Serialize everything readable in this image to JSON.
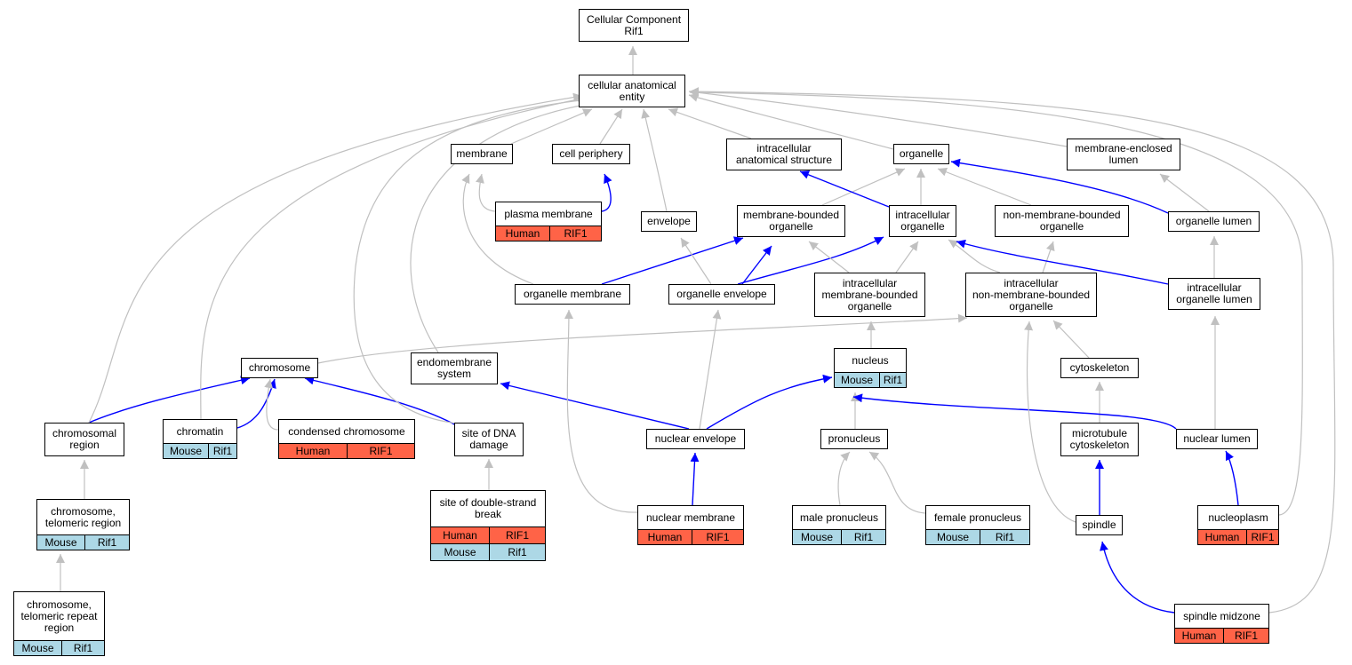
{
  "colors": {
    "is_a": "#c0c0c0",
    "part_of": "#0000ff",
    "human": "#ff6347",
    "mouse": "#add8e6"
  },
  "nodes": {
    "cc": {
      "label": "Cellular Component\nRif1",
      "rows": []
    },
    "cae": {
      "label": "cellular anatomical\nentity",
      "rows": []
    },
    "membrane": {
      "label": "membrane",
      "rows": []
    },
    "periphery": {
      "label": "cell periphery",
      "rows": []
    },
    "intra_struct": {
      "label": "intracellular\nanatomical structure",
      "rows": []
    },
    "organelle": {
      "label": "organelle",
      "rows": []
    },
    "mem_lumen": {
      "label": "membrane-enclosed\nlumen",
      "rows": []
    },
    "plasma": {
      "label": "plasma membrane",
      "rows": [
        {
          "species": "Human",
          "gene": "RIF1",
          "kind": "human"
        }
      ]
    },
    "envelope": {
      "label": "envelope",
      "rows": []
    },
    "mb_org": {
      "label": "membrane-bounded\norganelle",
      "rows": []
    },
    "intra_org": {
      "label": "intracellular\norganelle",
      "rows": []
    },
    "nmb_org": {
      "label": "non-membrane-bounded\norganelle",
      "rows": []
    },
    "org_lumen": {
      "label": "organelle lumen",
      "rows": []
    },
    "org_membrane": {
      "label": "organelle membrane",
      "rows": []
    },
    "org_envelope": {
      "label": "organelle envelope",
      "rows": []
    },
    "imb_org": {
      "label": "intracellular\nmembrane-bounded\norganelle",
      "rows": []
    },
    "inmb_org": {
      "label": "intracellular\nnon-membrane-bounded\norganelle",
      "rows": []
    },
    "iol": {
      "label": "intracellular\norganelle lumen",
      "rows": []
    },
    "chromosome": {
      "label": "chromosome",
      "rows": []
    },
    "endomembrane": {
      "label": "endomembrane\nsystem",
      "rows": []
    },
    "nucleus": {
      "label": "nucleus",
      "rows": [
        {
          "species": "Mouse",
          "gene": "Rif1",
          "kind": "mouse"
        }
      ]
    },
    "cytoskeleton": {
      "label": "cytoskeleton",
      "rows": []
    },
    "chrom_region": {
      "label": "chromosomal\nregion",
      "rows": []
    },
    "chromatin": {
      "label": "chromatin",
      "rows": [
        {
          "species": "Mouse",
          "gene": "Rif1",
          "kind": "mouse"
        }
      ]
    },
    "condensed": {
      "label": "condensed chromosome",
      "rows": [
        {
          "species": "Human",
          "gene": "RIF1",
          "kind": "human"
        }
      ]
    },
    "dna_damage": {
      "label": "site of DNA\ndamage",
      "rows": []
    },
    "nuc_envelope": {
      "label": "nuclear envelope",
      "rows": []
    },
    "pronucleus": {
      "label": "pronucleus",
      "rows": []
    },
    "mt_cyto": {
      "label": "microtubule\ncytoskeleton",
      "rows": []
    },
    "nuc_lumen": {
      "label": "nuclear lumen",
      "rows": []
    },
    "telomeric": {
      "label": "chromosome,\ntelomeric region",
      "rows": [
        {
          "species": "Mouse",
          "gene": "Rif1",
          "kind": "mouse"
        }
      ]
    },
    "dsb": {
      "label": "site of double-strand\nbreak",
      "rows": [
        {
          "species": "Human",
          "gene": "RIF1",
          "kind": "human"
        },
        {
          "species": "Mouse",
          "gene": "Rif1",
          "kind": "mouse"
        }
      ]
    },
    "nuc_membrane": {
      "label": "nuclear membrane",
      "rows": [
        {
          "species": "Human",
          "gene": "RIF1",
          "kind": "human"
        }
      ]
    },
    "male": {
      "label": "male pronucleus",
      "rows": [
        {
          "species": "Mouse",
          "gene": "Rif1",
          "kind": "mouse"
        }
      ]
    },
    "female": {
      "label": "female pronucleus",
      "rows": [
        {
          "species": "Mouse",
          "gene": "Rif1",
          "kind": "mouse"
        }
      ]
    },
    "spindle": {
      "label": "spindle",
      "rows": []
    },
    "nucleoplasm": {
      "label": "nucleoplasm",
      "rows": [
        {
          "species": "Human",
          "gene": "RIF1",
          "kind": "human"
        }
      ]
    },
    "telo_repeat": {
      "label": "chromosome,\ntelomeric repeat\nregion",
      "rows": [
        {
          "species": "Mouse",
          "gene": "Rif1",
          "kind": "mouse"
        }
      ]
    },
    "midzone": {
      "label": "spindle midzone",
      "rows": [
        {
          "species": "Human",
          "gene": "RIF1",
          "kind": "human"
        }
      ]
    }
  },
  "edges": [
    {
      "from": "cae",
      "to": "cc",
      "rel": "is_a"
    },
    {
      "from": "membrane",
      "to": "cae",
      "rel": "is_a"
    },
    {
      "from": "periphery",
      "to": "cae",
      "rel": "is_a"
    },
    {
      "from": "intra_struct",
      "to": "cae",
      "rel": "is_a"
    },
    {
      "from": "organelle",
      "to": "cae",
      "rel": "is_a"
    },
    {
      "from": "mem_lumen",
      "to": "cae",
      "rel": "is_a"
    },
    {
      "from": "envelope",
      "to": "cae",
      "rel": "is_a"
    },
    {
      "from": "plasma",
      "to": "membrane",
      "rel": "is_a"
    },
    {
      "from": "plasma",
      "to": "periphery",
      "rel": "part_of"
    },
    {
      "from": "mb_org",
      "to": "organelle",
      "rel": "is_a"
    },
    {
      "from": "intra_org",
      "to": "organelle",
      "rel": "is_a"
    },
    {
      "from": "intra_org",
      "to": "intra_struct",
      "rel": "part_of"
    },
    {
      "from": "nmb_org",
      "to": "organelle",
      "rel": "is_a"
    },
    {
      "from": "org_lumen",
      "to": "organelle",
      "rel": "part_of"
    },
    {
      "from": "org_lumen",
      "to": "mem_lumen",
      "rel": "is_a"
    },
    {
      "from": "org_membrane",
      "to": "membrane",
      "rel": "is_a"
    },
    {
      "from": "org_membrane",
      "to": "mb_org",
      "rel": "part_of"
    },
    {
      "from": "org_envelope",
      "to": "envelope",
      "rel": "is_a"
    },
    {
      "from": "org_envelope",
      "to": "mb_org",
      "rel": "part_of"
    },
    {
      "from": "org_envelope",
      "to": "intra_org",
      "rel": "part_of"
    },
    {
      "from": "imb_org",
      "to": "mb_org",
      "rel": "is_a"
    },
    {
      "from": "imb_org",
      "to": "intra_org",
      "rel": "is_a"
    },
    {
      "from": "inmb_org",
      "to": "nmb_org",
      "rel": "is_a"
    },
    {
      "from": "inmb_org",
      "to": "intra_org",
      "rel": "is_a"
    },
    {
      "from": "iol",
      "to": "intra_org",
      "rel": "part_of"
    },
    {
      "from": "iol",
      "to": "org_lumen",
      "rel": "is_a"
    },
    {
      "from": "chromosome",
      "to": "inmb_org",
      "rel": "is_a"
    },
    {
      "from": "endomembrane",
      "to": "cae",
      "rel": "is_a"
    },
    {
      "from": "nucleus",
      "to": "imb_org",
      "rel": "is_a"
    },
    {
      "from": "cytoskeleton",
      "to": "inmb_org",
      "rel": "is_a"
    },
    {
      "from": "chrom_region",
      "to": "chromosome",
      "rel": "part_of"
    },
    {
      "from": "chrom_region",
      "to": "cae",
      "rel": "is_a"
    },
    {
      "from": "chromatin",
      "to": "chromosome",
      "rel": "part_of"
    },
    {
      "from": "chromatin",
      "to": "cae",
      "rel": "is_a"
    },
    {
      "from": "condensed",
      "to": "chromosome",
      "rel": "is_a"
    },
    {
      "from": "dna_damage",
      "to": "chromosome",
      "rel": "part_of"
    },
    {
      "from": "dna_damage",
      "to": "cae",
      "rel": "is_a"
    },
    {
      "from": "nuc_envelope",
      "to": "endomembrane",
      "rel": "part_of"
    },
    {
      "from": "nuc_envelope",
      "to": "nucleus",
      "rel": "part_of"
    },
    {
      "from": "nuc_envelope",
      "to": "org_envelope",
      "rel": "is_a"
    },
    {
      "from": "pronucleus",
      "to": "nucleus",
      "rel": "is_a"
    },
    {
      "from": "mt_cyto",
      "to": "cytoskeleton",
      "rel": "is_a"
    },
    {
      "from": "nuc_lumen",
      "to": "nucleus",
      "rel": "part_of"
    },
    {
      "from": "nuc_lumen",
      "to": "iol",
      "rel": "is_a"
    },
    {
      "from": "telomeric",
      "to": "chrom_region",
      "rel": "is_a"
    },
    {
      "from": "dsb",
      "to": "dna_damage",
      "rel": "is_a"
    },
    {
      "from": "nuc_membrane",
      "to": "nuc_envelope",
      "rel": "part_of"
    },
    {
      "from": "nuc_membrane",
      "to": "org_membrane",
      "rel": "is_a"
    },
    {
      "from": "male",
      "to": "pronucleus",
      "rel": "is_a"
    },
    {
      "from": "female",
      "to": "pronucleus",
      "rel": "is_a"
    },
    {
      "from": "spindle",
      "to": "mt_cyto",
      "rel": "part_of"
    },
    {
      "from": "spindle",
      "to": "inmb_org",
      "rel": "is_a"
    },
    {
      "from": "nucleoplasm",
      "to": "nuc_lumen",
      "rel": "part_of"
    },
    {
      "from": "nucleoplasm",
      "to": "cae",
      "rel": "is_a"
    },
    {
      "from": "telo_repeat",
      "to": "telomeric",
      "rel": "is_a"
    },
    {
      "from": "midzone",
      "to": "spindle",
      "rel": "part_of"
    },
    {
      "from": "midzone",
      "to": "cae",
      "rel": "is_a"
    }
  ]
}
